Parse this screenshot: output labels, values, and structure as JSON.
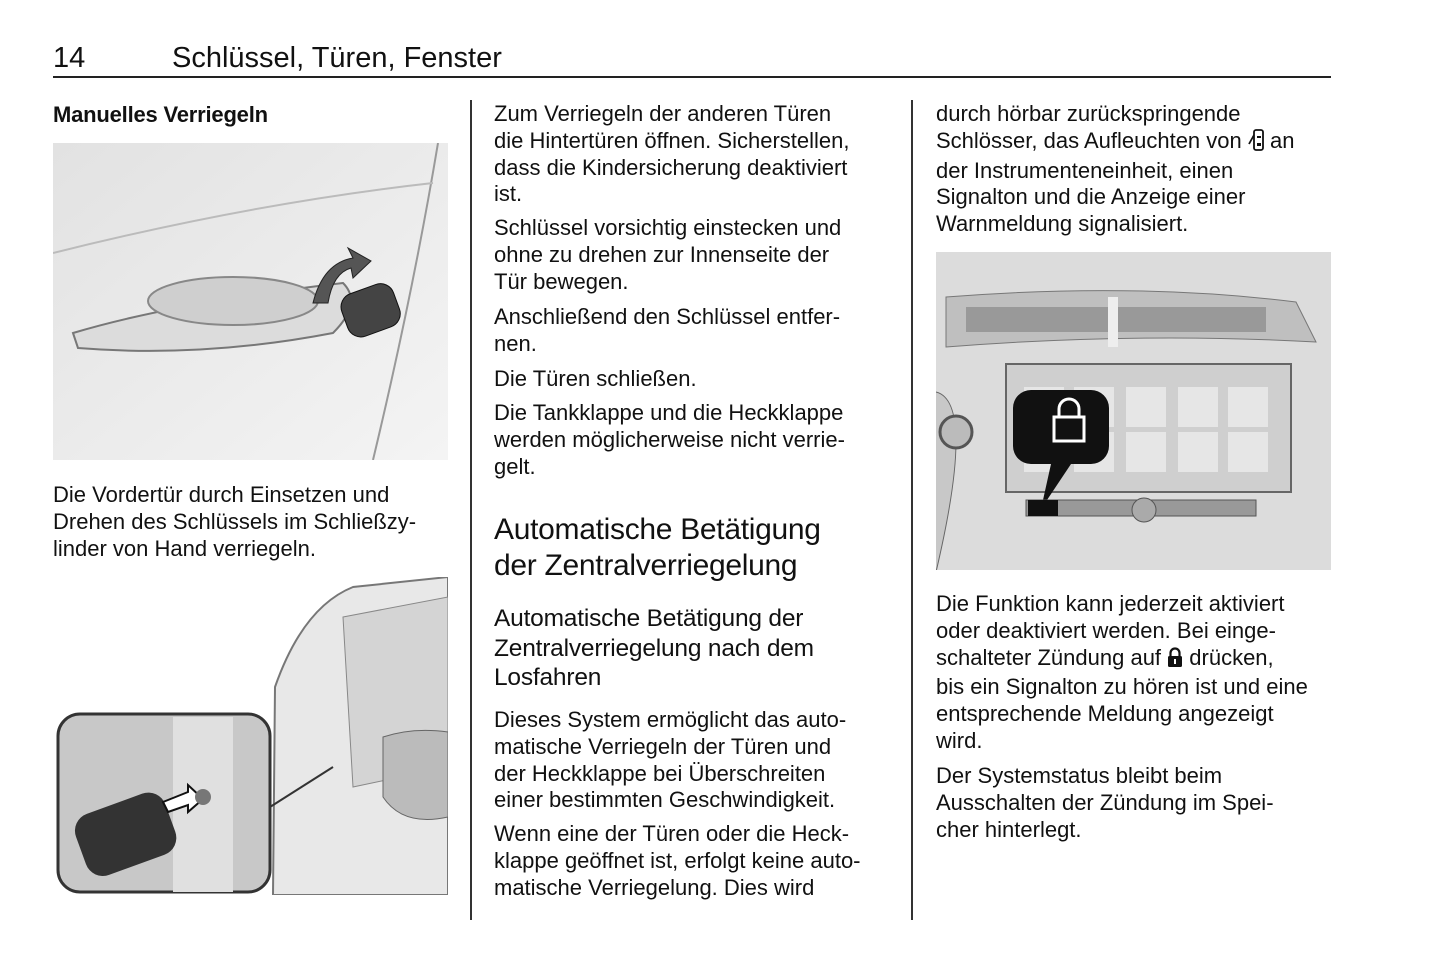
{
  "header": {
    "page_number": "14",
    "title": "Schlüssel, Türen, Fenster"
  },
  "col1": {
    "heading": "Manuelles Verriegeln",
    "para1": "Die Vordertür durch Einsetzen und\nDrehen des Schlüssels im Schließzy-\nlinder von Hand verriegeln."
  },
  "col2": {
    "para1": "Zum Verriegeln der anderen Türen\ndie Hintertüren öffnen. Sicherstellen,\ndass die Kindersicherung deaktiviert\nist.",
    "para2": "Schlüssel vorsichtig einstecken und\nohne zu drehen zur Innenseite der\nTür bewegen.",
    "para3": "Anschließend den Schlüssel entfer-\nnen.",
    "para4": "Die Türen schließen.",
    "para5": "Die Tankklappe und die Heckklappe\nwerden möglicherweise nicht verrie-\ngelt.",
    "heading": "Automatische Betätigung\nder Zentralverriegelung",
    "subheading": "Automatische Betätigung der\nZentralverriegelung nach dem\nLosfahren",
    "para6": "Dieses System ermöglicht das auto-\nmatische Verriegeln der Türen und\nder Heckklappe bei Überschreiten\neiner bestimmten Geschwindigkeit.",
    "para7": "Wenn eine der Türen oder die Heck-\nklappe geöffnet ist, erfolgt keine auto-\nmatische Verriegelung. Dies wird"
  },
  "col3": {
    "para1_a": "durch hörbar zurückspringende\nSchlösser, das Aufleuchten von ",
    "para1_b": " an\nder Instrumenteneinheit, einen\nSignalton und die Anzeige einer\nWarnmeldung signalisiert.",
    "para2_a": "Die Funktion kann jederzeit aktiviert\noder deaktiviert werden. Bei einge-\nschalteter Zündung auf ",
    "para2_b": " drücken,\nbis ein Signalton zu hören ist und eine\nentsprechende Meldung angezeigt\nwird.",
    "para3": "Der Systemstatus bleibt beim\nAusschalten der Zündung im Spei-\ncher hinterlegt."
  },
  "icons": {
    "inline1": "door-open-warning-icon",
    "inline2": "lock-icon"
  }
}
